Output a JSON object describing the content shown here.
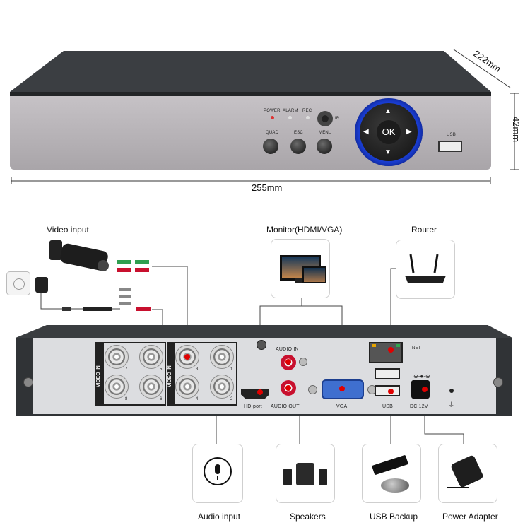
{
  "dimensions": {
    "depth": "222mm",
    "height": "42mm",
    "width": "255mm"
  },
  "front_panel": {
    "leds": [
      "POWER",
      "ALARM",
      "REC"
    ],
    "ir_label": "IR",
    "buttons": [
      "QUAD",
      "ESC",
      "MENU"
    ],
    "dpad_center": "OK",
    "usb_label": "USB"
  },
  "rear_panel": {
    "video_in_label": "VIDEO IN",
    "channel_numbers": [
      "7",
      "5",
      "3",
      "1",
      "8",
      "6",
      "4",
      "2"
    ],
    "audio_in_label": "AUDIO IN",
    "audio_out_label": "AUDIO OUT",
    "hdmi_label": "HD-port",
    "vga_label": "VGA",
    "net_label": "NET",
    "usb_label": "USB",
    "dc_label": "DC 12V"
  },
  "connections": {
    "video_input": "Video input",
    "monitor": "Monitor(HDMI/VGA)",
    "router": "Router",
    "audio_input": "Audio input",
    "speakers": "Speakers",
    "usb_backup": "USB Backup",
    "power_adapter": "Power Adapter"
  },
  "colors": {
    "accent_ring": "#1b3fd6",
    "connection_dot": "#e00000",
    "chassis_top": "#3a3d40",
    "front_face": "#b8b4b8"
  }
}
